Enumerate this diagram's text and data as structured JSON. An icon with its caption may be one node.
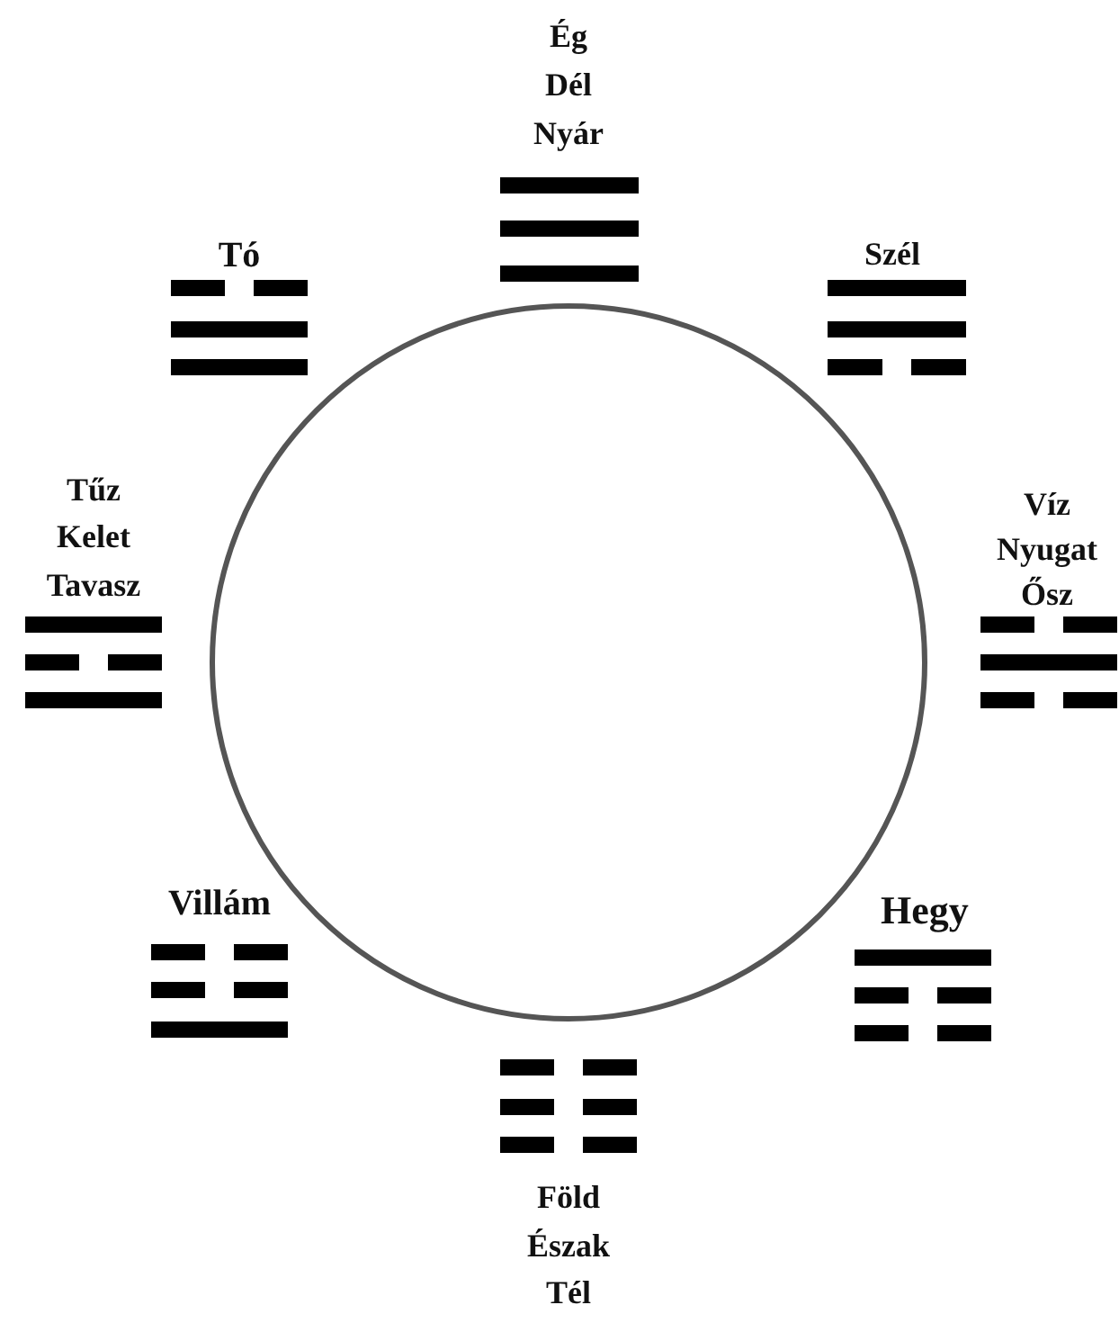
{
  "diagram": {
    "labels": [
      "Ég",
      "Dél",
      "Nyár",
      "Tó",
      "Szél",
      "Tűz",
      "Kelet",
      "Tavasz",
      "Víz",
      "Nyugat",
      "Ősz",
      "Villám",
      "Hegy",
      "Föld",
      "Észak",
      "Tél"
    ]
  }
}
